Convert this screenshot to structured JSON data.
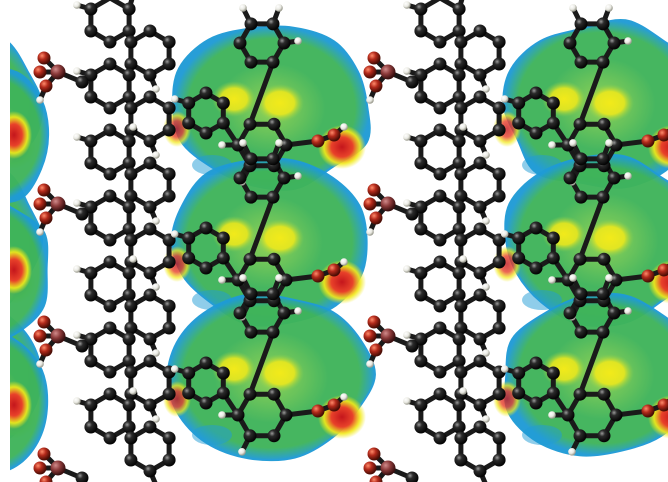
{
  "figure": {
    "kind": "molecular-crystal-packing-with-hirshfeld-surfaces",
    "repeat_columns": 2,
    "surface_rows": 3,
    "surface_colors": [
      "#1f9bd6",
      "#3fb45a",
      "#8fd14f",
      "#f2ea1a",
      "#e8412a",
      "#c4161c"
    ],
    "atom_colors": {
      "carbon": "#2b2b2b",
      "hydrogen": "#e9e9e2",
      "oxygen": "#b32a1b",
      "metal": "#8b3a3a"
    },
    "bond_color": "#1a1a1a"
  }
}
